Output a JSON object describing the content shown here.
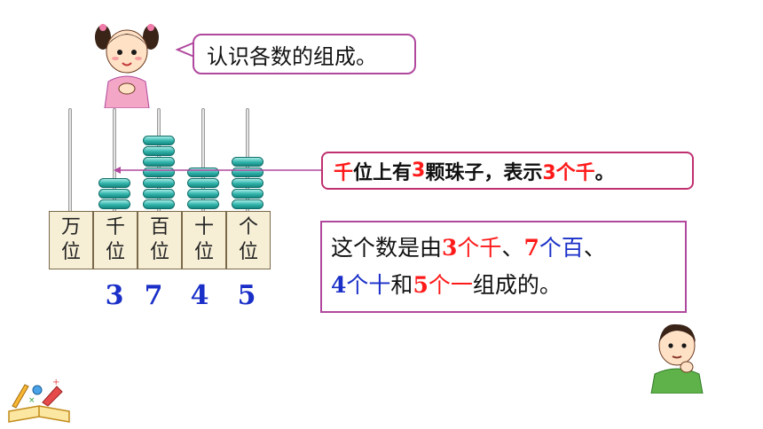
{
  "bubble": {
    "text": "认识各数的组成。"
  },
  "abacus": {
    "places": [
      {
        "line1": "万",
        "line2": "位",
        "digit": "",
        "beads": 0
      },
      {
        "line1": "千",
        "line2": "位",
        "digit": "3",
        "beads": 3
      },
      {
        "line1": "百",
        "line2": "位",
        "digit": "7",
        "beads": 7
      },
      {
        "line1": "十",
        "line2": "位",
        "digit": "4",
        "beads": 4
      },
      {
        "line1": "个",
        "line2": "位",
        "digit": "5",
        "beads": 5
      }
    ]
  },
  "sentence": {
    "place": "千",
    "middle": "位上有",
    "count": "3",
    "after": "颗珠子，表示",
    "value": "3个千",
    "end": "。"
  },
  "composition": {
    "intro": "这个数是由",
    "n1": "3",
    "u1": "个千",
    "sep1": "、",
    "n2": "7",
    "u2": "个百",
    "sep2": "、",
    "n3": "4",
    "u3": "个十",
    "and": "和",
    "n4": "5",
    "u4": "个一",
    "tail": "组成的。"
  },
  "colors": {
    "red": "#ff1a1a",
    "blue": "#1a2fc8",
    "bead": "#2fb3aa",
    "border": "#b0489e"
  }
}
